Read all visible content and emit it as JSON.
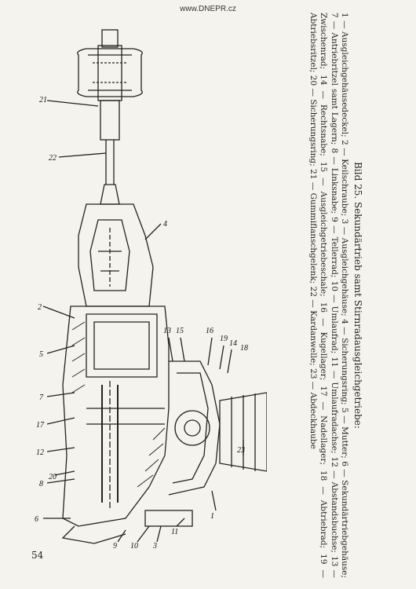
{
  "header": {
    "url": "www.DNEPR.cz"
  },
  "figure": {
    "caption_title": "Bild 25. Sekundärtrieb samt Stirnradausgleichgetriebe:",
    "caption_body": "1 — Ausgleichgehäusedeckel; 2 — Keilschraube; 3 — Ausgleichgehäuse; 4 — Sicherungsring; 5 — Mutter; 6 — Sekundärtriebgehäuse; 7 — Antriebritzel samt Lagern; 8 — Linksnabe; 9 — Tellerrad; 10 — Umlaufrad; 11 — Umlaufradachse; 12 — Abstandsbuchse; 13 — Zwischenrad; 14 — Rechtsnabe; 15 — Ausgleichgetriebeschale; 16 — Kugellager; 17 — Nadellager; 18 — Abtriebrad; 19 — Abtriebsritzel; 20 — Sicherungsring; 21 — Gummiflanschgelenk; 22 — Kardanwelle; 23 — Abdeckhaube",
    "callouts": [
      "1",
      "2",
      "3",
      "4",
      "5",
      "6",
      "7",
      "8",
      "9",
      "10",
      "11",
      "12",
      "13",
      "14",
      "15",
      "16",
      "17",
      "18",
      "19",
      "20",
      "21",
      "22",
      "23"
    ]
  },
  "page_number": "54"
}
